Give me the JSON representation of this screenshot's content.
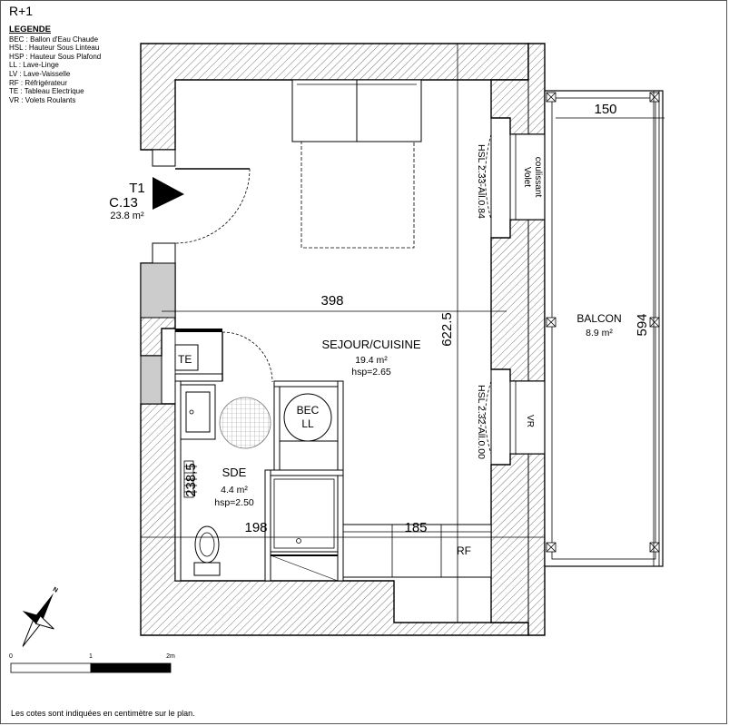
{
  "floor": "R+1",
  "legend": {
    "title": "LEGENDE",
    "items": [
      "BEC : Ballon d'Eau Chaude",
      "HSL : Hauteur Sous Linteau",
      "HSP : Hauteur Sous Plafond",
      "LL : Lave-Linge",
      "LV : Lave-Vaisselle",
      "RF : Réfrigérateur",
      "TE : Tableau Electrique",
      "VR : Volets Roulants"
    ]
  },
  "unit": {
    "type": "T1",
    "ref": "C.13",
    "area": "23.8 m²"
  },
  "rooms": {
    "sejour": {
      "name": "SEJOUR/CUISINE",
      "area": "19.4 m²",
      "hsp": "hsp=2.65"
    },
    "sde": {
      "name": "SDE",
      "area": "4.4 m²",
      "hsp": "hsp=2.50"
    },
    "balcon": {
      "name": "BALCON",
      "area": "8.9 m²"
    }
  },
  "dimensions": {
    "sejour_width": "398",
    "sejour_depth": "622.5",
    "sde_height": "238.5",
    "sde_width": "198",
    "kitchen_width": "185",
    "balcon_width": "150",
    "balcon_length": "594"
  },
  "labels": {
    "te": "TE",
    "bec": "BEC",
    "ll": "LL",
    "rf": "RF",
    "vr": "VR",
    "volet_1": "Volet",
    "volet_2": "coulissant",
    "hsl_top": "HSL 2.33-All.0.84",
    "hsl_bottom": "HSL 2.32-All.0.00"
  },
  "scale": {
    "ticks": [
      "0",
      "1",
      "2m"
    ]
  },
  "note": "Les cotes sont indiquées en centimètre sur le plan."
}
